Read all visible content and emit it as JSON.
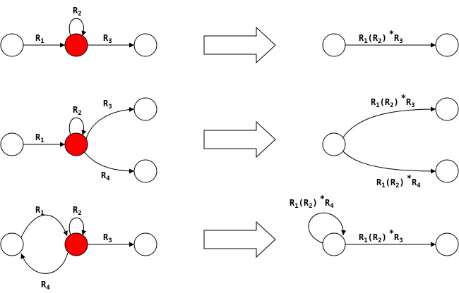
{
  "diagram": {
    "colors": {
      "eliminated_state": "#ff0000",
      "state": "#ffffff",
      "line": "#000000"
    },
    "rows": [
      {
        "left": {
          "r1": {
            "base": "R",
            "sub": "1"
          },
          "r2": {
            "base": "R",
            "sub": "2"
          },
          "r3": {
            "base": "R",
            "sub": "3"
          }
        },
        "right": {
          "r1r2r3": {
            "a": "R",
            "a_sub": "1",
            "mid": "(R",
            "mid_sub": "2",
            "close": ")",
            "star": "*",
            "b": "R",
            "b_sub": "3"
          }
        }
      },
      {
        "left": {
          "r1": {
            "base": "R",
            "sub": "1"
          },
          "r2": {
            "base": "R",
            "sub": "2"
          },
          "r3": {
            "base": "R",
            "sub": "3"
          },
          "r4": {
            "base": "R",
            "sub": "4"
          }
        },
        "right": {
          "r1r2r3": {
            "a": "R",
            "a_sub": "1",
            "mid": "(R",
            "mid_sub": "2",
            "close": ")",
            "star": "*",
            "b": "R",
            "b_sub": "3"
          },
          "r1r2r4": {
            "a": "R",
            "a_sub": "1",
            "mid": "(R",
            "mid_sub": "2",
            "close": ")",
            "star": "*",
            "b": "R",
            "b_sub": "4"
          }
        }
      },
      {
        "left": {
          "r1": {
            "base": "R",
            "sub": "1"
          },
          "r2": {
            "base": "R",
            "sub": "2"
          },
          "r3": {
            "base": "R",
            "sub": "3"
          },
          "r4": {
            "base": "R",
            "sub": "4"
          }
        },
        "right": {
          "r1r2r4": {
            "a": "R",
            "a_sub": "1",
            "mid": "(R",
            "mid_sub": "2",
            "close": ")",
            "star": "*",
            "b": "R",
            "b_sub": "4"
          },
          "r1r2r3": {
            "a": "R",
            "a_sub": "1",
            "mid": "(R",
            "mid_sub": "2",
            "close": ")",
            "star": "*",
            "b": "R",
            "b_sub": "3"
          }
        }
      }
    ]
  }
}
